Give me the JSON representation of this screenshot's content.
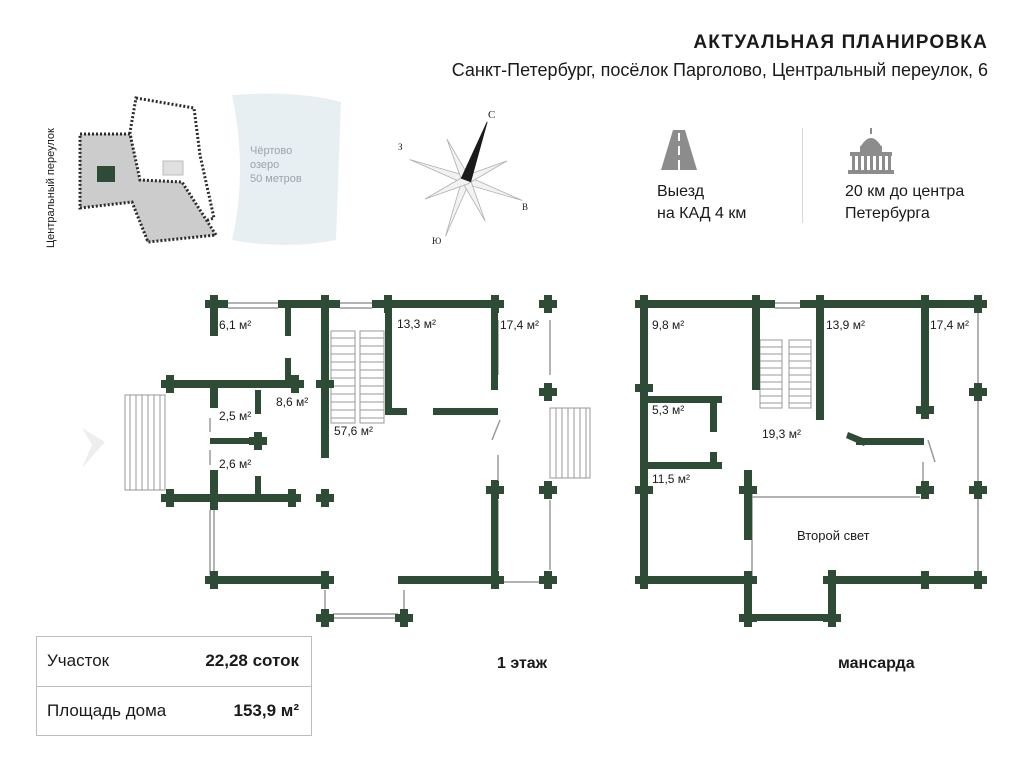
{
  "header": {
    "title": "АКТУАЛЬНАЯ ПЛАНИРОВКА",
    "address": "Санкт-Петербург, посёлок Парголово, Центральный переулок, 6"
  },
  "site_map": {
    "street_label": "Центральный переулок",
    "lake_line1": "Чёртово",
    "lake_line2": "озеро",
    "lake_line3": "50 метров",
    "plot_color": "#cccccc",
    "house_color": "#2d4b35",
    "lake_color": "#e8eff3"
  },
  "compass": {
    "north": "С",
    "west": "З",
    "east": "В",
    "south": "Ю"
  },
  "info": {
    "kad_icon": "road-icon",
    "kad_text": "Выезд\nна КАД 4 км",
    "center_icon": "cathedral-icon",
    "center_text": "20 км до центра\nПетербурга"
  },
  "floor1": {
    "label": "1 этаж",
    "rooms": [
      "6,1 м²",
      "8,6 м²",
      "13,3 м²",
      "17,4 м²",
      "2,5 м²",
      "57,6 м²",
      "2,6 м²"
    ]
  },
  "floor2": {
    "label": "мансарда",
    "rooms": [
      "9,8 м²",
      "13,9 м²",
      "17,4 м²",
      "5,3 м²",
      "19,3 м²",
      "11,5 м²"
    ],
    "second_light": "Второй свет"
  },
  "stats": {
    "plot_label": "Участок",
    "plot_value": "22,28 соток",
    "house_label": "Площадь дома",
    "house_value": "153,9 м²"
  },
  "colors": {
    "wall": "#2d4b35",
    "accent": "#2d4b35",
    "text": "#1a1a1a",
    "border": "#bdbdbd"
  }
}
